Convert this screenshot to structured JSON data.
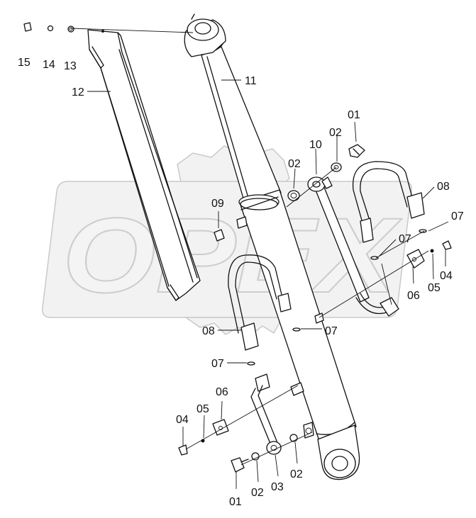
{
  "diagram": {
    "watermark": "OPEX",
    "callouts": [
      {
        "id": "c15",
        "text": "15"
      },
      {
        "id": "c14",
        "text": "14"
      },
      {
        "id": "c13",
        "text": "13"
      },
      {
        "id": "c12",
        "text": "12"
      },
      {
        "id": "c11",
        "text": "11"
      },
      {
        "id": "c01a",
        "text": "01"
      },
      {
        "id": "c02a",
        "text": "02"
      },
      {
        "id": "c10",
        "text": "10"
      },
      {
        "id": "c02b",
        "text": "02"
      },
      {
        "id": "c08a",
        "text": "08"
      },
      {
        "id": "c09",
        "text": "09"
      },
      {
        "id": "c07a",
        "text": "07"
      },
      {
        "id": "c07b",
        "text": "07"
      },
      {
        "id": "c06a",
        "text": "06"
      },
      {
        "id": "c05a",
        "text": "05"
      },
      {
        "id": "c04a",
        "text": "04"
      },
      {
        "id": "c08b",
        "text": "08"
      },
      {
        "id": "c07c",
        "text": "07"
      },
      {
        "id": "c07d",
        "text": "07"
      },
      {
        "id": "c06b",
        "text": "06"
      },
      {
        "id": "c05b",
        "text": "05"
      },
      {
        "id": "c04b",
        "text": "04"
      },
      {
        "id": "c01b",
        "text": "01"
      },
      {
        "id": "c02c",
        "text": "02"
      },
      {
        "id": "c03",
        "text": "03"
      },
      {
        "id": "c02d",
        "text": "02"
      }
    ]
  }
}
